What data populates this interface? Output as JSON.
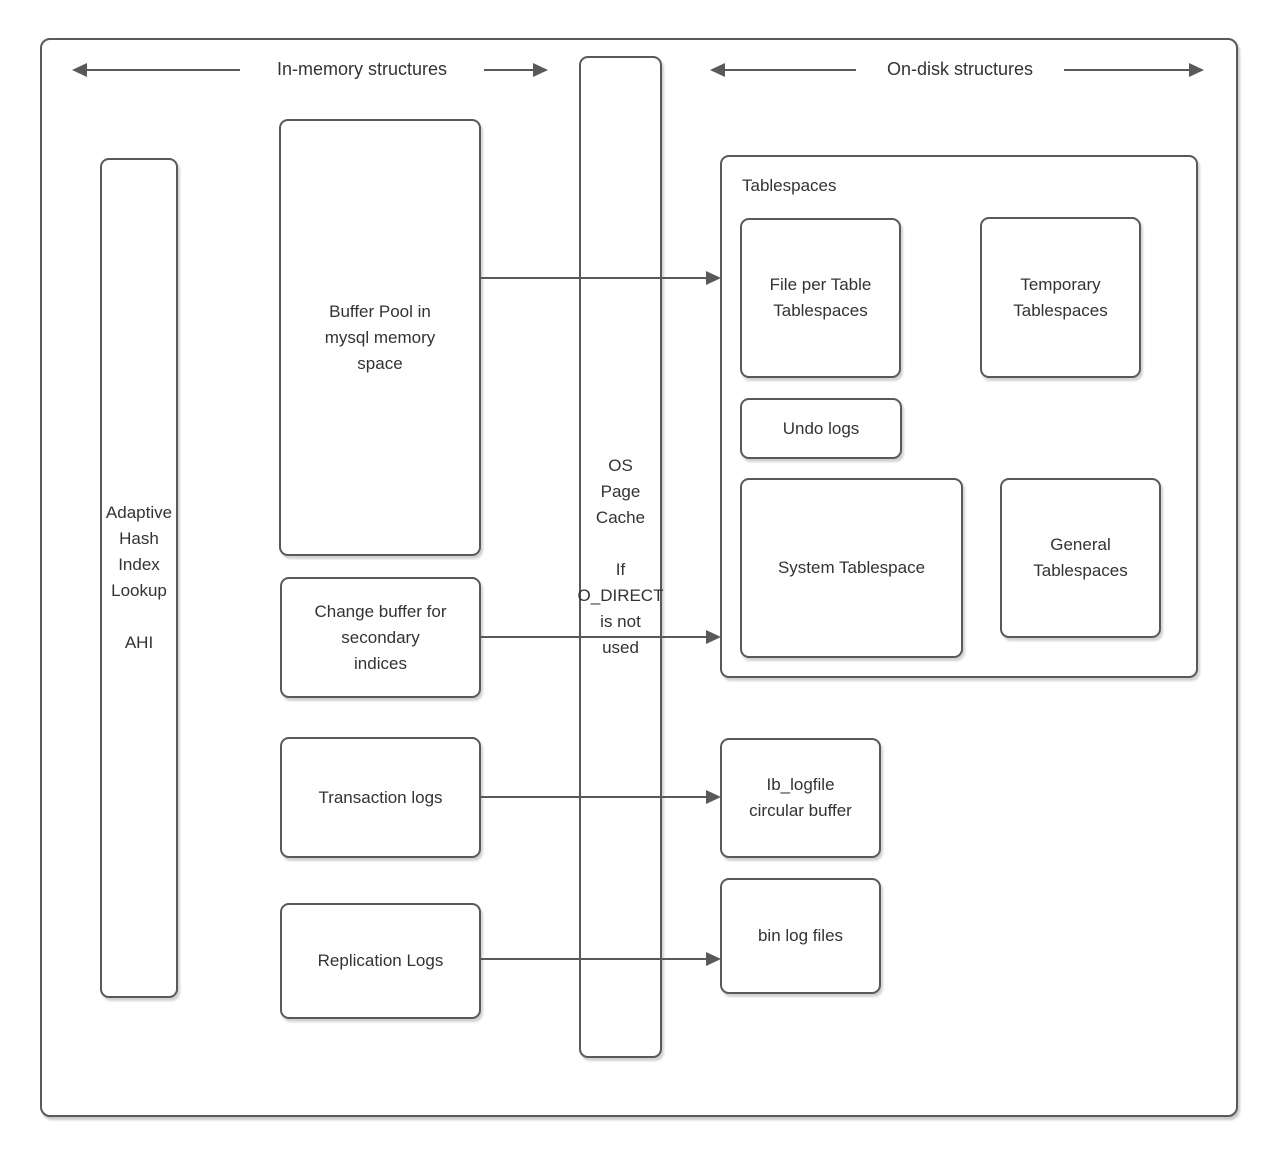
{
  "headers": {
    "in_memory": "In-memory structures",
    "on_disk": "On-disk structures"
  },
  "nodes": {
    "ahi": {
      "label": "Adaptive\nHash\nIndex\nLookup\n\nAHI"
    },
    "buffer_pool": {
      "label": "Buffer Pool in\nmysql memory\nspace"
    },
    "change_buffer": {
      "label": "Change buffer for\nsecondary\nindices"
    },
    "transaction_logs": {
      "label": "Transaction logs"
    },
    "replication_logs": {
      "label": "Replication Logs"
    },
    "os_page_cache": {
      "label": "OS\nPage\nCache\n\nIf\nO_DIRECT\nis not\nused"
    },
    "tablespaces_group": {
      "label": "Tablespaces"
    },
    "file_per_table": {
      "label": "File per Table\nTablespaces"
    },
    "temporary": {
      "label": "Temporary\nTablespaces"
    },
    "undo_logs": {
      "label": "Undo logs"
    },
    "system_tablespace": {
      "label": "System Tablespace"
    },
    "general": {
      "label": "General\nTablespaces"
    },
    "ib_logfile": {
      "label": "Ib_logfile\ncircular buffer"
    },
    "bin_log": {
      "label": "bin log files"
    }
  },
  "colors": {
    "border": "#595959",
    "text": "#333333",
    "background": "#ffffff"
  }
}
